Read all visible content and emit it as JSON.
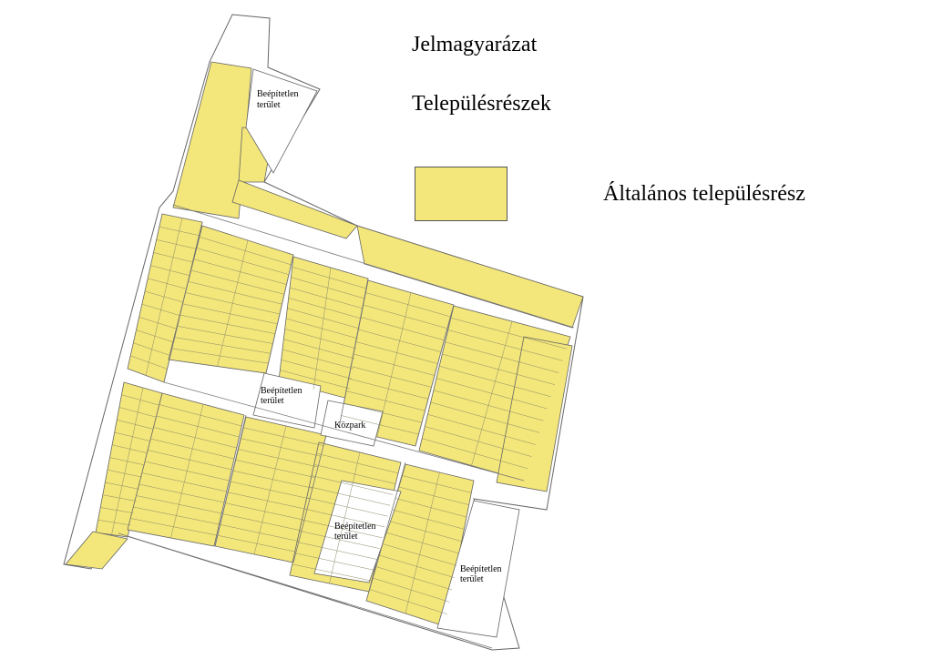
{
  "legend": {
    "title": "Jelmagyarázat",
    "subtitle": "Településrészek",
    "items": [
      {
        "label": "Általános településrész",
        "color": "#f3e67a"
      }
    ]
  },
  "map": {
    "fill_color": "#f3e67a",
    "stroke_color": "#666666",
    "labels": {
      "unbuilt_1": "Beépítetlen",
      "unbuilt_1b": "terület",
      "unbuilt_2": "Beépítetlen",
      "unbuilt_2b": "terület",
      "unbuilt_3": "Beépítetlen",
      "unbuilt_3b": "terület",
      "unbuilt_4": "Beépítetlen",
      "unbuilt_4b": "terület",
      "park": "Közpark"
    }
  }
}
